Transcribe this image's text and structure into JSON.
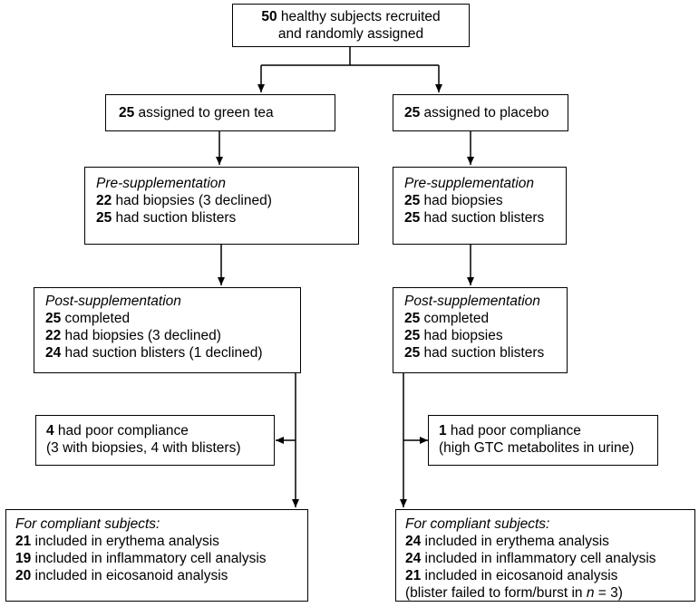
{
  "top": {
    "line1_num": "50",
    "line1_text": " healthy subjects recruited",
    "line2_text": "and randomly assigned"
  },
  "left": {
    "assigned": {
      "num": "25",
      "text": " assigned to green tea"
    },
    "pre": {
      "heading": "Pre-supplementation",
      "lines": [
        {
          "num": "22",
          "text": " had biopsies (3 declined)"
        },
        {
          "num": "25",
          "text": " had suction blisters"
        }
      ]
    },
    "post": {
      "heading": "Post-supplementation",
      "lines": [
        {
          "num": "25",
          "text": " completed"
        },
        {
          "num": "22",
          "text": " had biopsies (3 declined)"
        },
        {
          "num": "24",
          "text": " had suction blisters (1 declined)"
        }
      ]
    },
    "compliance": {
      "num": "4",
      "text": " had poor compliance",
      "detail": "(3 with biopsies, 4 with blisters)"
    },
    "final": {
      "heading": "For compliant subjects:",
      "lines": [
        {
          "num": "21",
          "text": " included in erythema analysis"
        },
        {
          "num": "19",
          "text": " included in inflammatory cell analysis"
        },
        {
          "num": "20",
          "text": " included in eicosanoid analysis"
        }
      ]
    }
  },
  "right": {
    "assigned": {
      "num": "25",
      "text": " assigned to placebo"
    },
    "pre": {
      "heading": "Pre-supplementation",
      "lines": [
        {
          "num": "25",
          "text": " had biopsies"
        },
        {
          "num": "25",
          "text": " had suction blisters"
        }
      ]
    },
    "post": {
      "heading": "Post-supplementation",
      "lines": [
        {
          "num": "25",
          "text": " completed"
        },
        {
          "num": "25",
          "text": " had biopsies"
        },
        {
          "num": "25",
          "text": " had suction blisters"
        }
      ]
    },
    "compliance": {
      "num": "1",
      "text": " had poor compliance",
      "detail": "(high GTC metabolites in urine)"
    },
    "final": {
      "heading": "For compliant subjects:",
      "lines": [
        {
          "num": "24",
          "text": " included in erythema analysis"
        },
        {
          "num": "24",
          "text": " included in inflammatory cell analysis"
        },
        {
          "num": "21",
          "text": " included in eicosanoid analysis"
        }
      ],
      "note_pre": "(blister failed to form/burst in ",
      "note_n": "n",
      "note_post": " = 3)"
    }
  }
}
